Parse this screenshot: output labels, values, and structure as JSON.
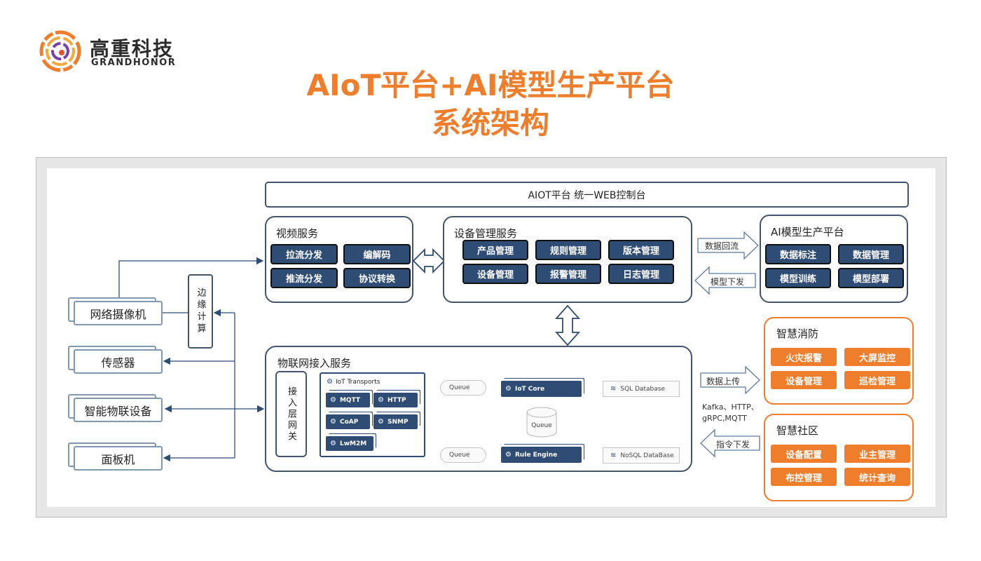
{
  "logo": {
    "cn": "高重科技",
    "en": "GRANDHONOR"
  },
  "title": {
    "line1": "AIoT平台+AI模型生产平台",
    "line2": "系统架构"
  },
  "web_console": "AIOT平台 统一WEB控制台",
  "video_service": {
    "title": "视频服务",
    "items": [
      "拉流分发",
      "编解码",
      "推流分发",
      "协议转换"
    ]
  },
  "device_service": {
    "title": "设备管理服务",
    "items": [
      "产品管理",
      "规则管理",
      "版本管理",
      "设备管理",
      "报警管理",
      "日志管理"
    ]
  },
  "ai_platform": {
    "title": "AI模型生产平台",
    "items": [
      "数据标注",
      "数据管理",
      "模型训练",
      "模型部署"
    ]
  },
  "arrows": {
    "data_return": "数据回流",
    "model_deploy": "模型下发",
    "data_upload": "数据上传",
    "command_down": "指令下发"
  },
  "protocols": "Kafka、HTTP、gRPC,MQTT",
  "edge": "边缘计算",
  "devices": [
    "网络摄像机",
    "传感器",
    "智能物联设备",
    "面板机"
  ],
  "iot_service": {
    "title": "物联网接入服务",
    "gateway": "接入层网关",
    "transports_title": "IoT Transports",
    "transports": [
      "MQTT",
      "HTTP",
      "CoAP",
      "SNMP",
      "LwM2M"
    ],
    "queue": "Queue",
    "iot_core": "IoT Core",
    "rule_engine": "Rule Engine",
    "sql_db": "SQL Database",
    "nosql_db": "NoSQL DataBase"
  },
  "fire": {
    "title": "智慧消防",
    "items": [
      "火灾报警",
      "大屏监控",
      "设备管理",
      "巡检管理"
    ]
  },
  "community": {
    "title": "智慧社区",
    "items": [
      "设备配置",
      "业主管理",
      "布控管理",
      "统计查询"
    ]
  },
  "colors": {
    "accent": "#ee7d2c",
    "navy": "#2f4c75",
    "border": "#44546a"
  }
}
